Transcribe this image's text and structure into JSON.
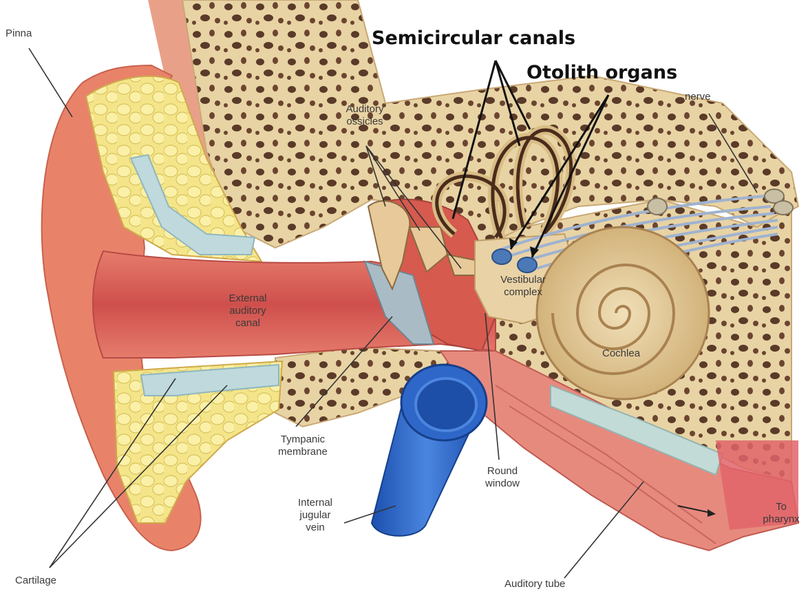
{
  "labels": {
    "pinna": "Pinna",
    "cartilage": "Cartilage",
    "semicircular_canals": "Semicircular canals",
    "otolith_organs": "Otolith organs",
    "nerve": "nerve",
    "auditory_ossicles": "Auditory\nossicles",
    "external_auditory_canal": "External\nauditory\ncanal",
    "vestibular_complex": "Vestibular\ncomplex",
    "cochlea": "Cochlea",
    "tympanic_membrane": "Tympanic\nmembrane",
    "round_window": "Round\nwindow",
    "internal_jugular_vein": "Internal\njugular\nvein",
    "to_pharynx": "To\npharynx",
    "auditory_tube": "Auditory tube"
  },
  "colors": {
    "skin": "#e8836a",
    "canal": "#d9605a",
    "bone": "#e6cfa0",
    "cartilage_fat": "#f2e27a",
    "cartilage_blue": "#bcd9dc",
    "vein": "#2e63c7",
    "otolith_marker": "#4b79b8",
    "nerve_fibers": "#a9bcd6"
  }
}
